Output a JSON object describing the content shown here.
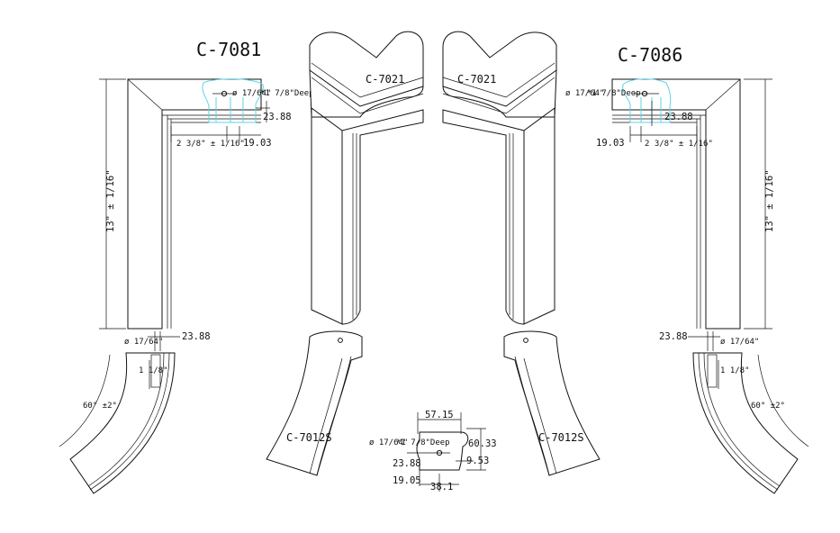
{
  "drawing": {
    "left_rail": {
      "part_number": "C-7081",
      "height_dim": "13\" ± 1/16\"",
      "hole_dim": "ø 17/64\"",
      "deep_dim": "*1 7/8\"Deep",
      "dim_top_right": "23.88",
      "dim_width": "2 3/8\" ± 1/16\"",
      "dim_offset": "19.03",
      "dim_bottom": "23.88",
      "dim_hole_bottom": "ø 17/64\"",
      "dim_depth_bottom": "1 1/8\"",
      "angle_dim": "60° ±2°"
    },
    "right_rail": {
      "part_number": "C-7086",
      "height_dim": "13\" ± 1/16\"",
      "hole_dim": "ø 17/64\"",
      "deep_dim": "*1 7/8\"Deep",
      "dim_top_right": "23.88",
      "dim_width": "2 3/8\" ± 1/16\"",
      "dim_offset": "19.03",
      "dim_bottom": "23.88",
      "dim_hole_bottom": "ø 17/64\"",
      "dim_depth_bottom": "1 1/8\"",
      "angle_dim": "60° ±2°"
    },
    "left_cap": {
      "part_number": "C-7021"
    },
    "right_cap": {
      "part_number": "C-7021"
    },
    "left_curve": {
      "part_number": "C-7012S"
    },
    "right_curve": {
      "part_number": "C-7012S"
    },
    "profile": {
      "dim_top": "57.15",
      "dim_height": "60.33",
      "hole_dim": "ø 17/64\"",
      "deep_dim": "*1 7/8\"Deep",
      "dim_left": "23.88",
      "dim_right": "9.53",
      "dim_bottom_left": "19.05",
      "dim_bottom": "38.1"
    }
  }
}
